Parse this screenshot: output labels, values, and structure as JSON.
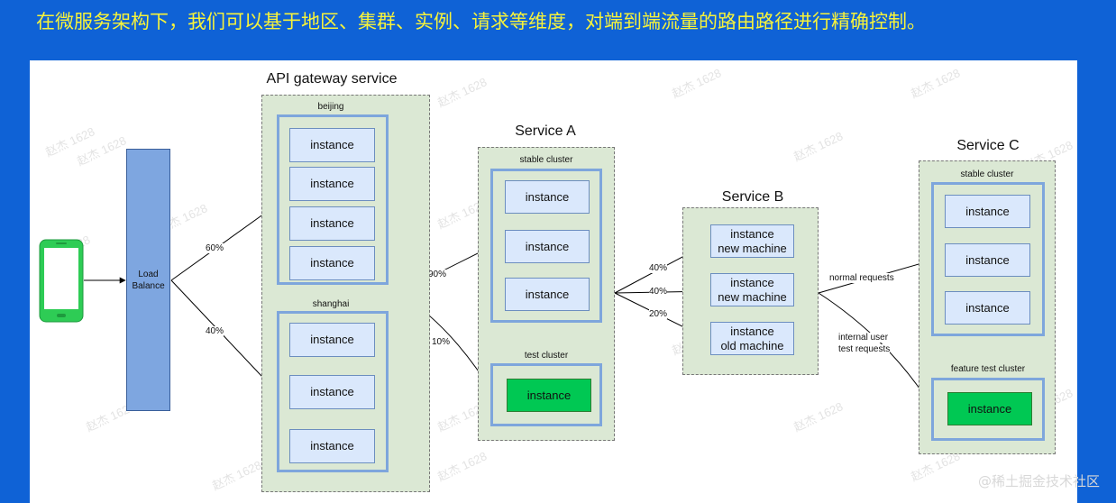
{
  "header": {
    "caption": "在微服务架构下，我们可以基于地区、集群、实例、请求等维度，对端到端流量的路由路径进行精确控制。"
  },
  "diagram": {
    "load_balancer": {
      "label": "Load Balance"
    },
    "gateway": {
      "title": "API gateway service",
      "beijing": {
        "label": "beijing",
        "instances": [
          "instance",
          "instance",
          "instance",
          "instance"
        ]
      },
      "shanghai": {
        "label": "shanghai",
        "instances": [
          "instance",
          "instance",
          "instance"
        ]
      }
    },
    "service_a": {
      "title": "Service A",
      "stable": {
        "label": "stable cluster",
        "instances": [
          "instance",
          "instance",
          "instance"
        ]
      },
      "test": {
        "label": "test cluster",
        "instances": [
          "instance"
        ]
      }
    },
    "service_b": {
      "title": "Service B",
      "instances": [
        {
          "line1": "instance",
          "line2": "new machine"
        },
        {
          "line1": "instance",
          "line2": "new machine"
        },
        {
          "line1": "instance",
          "line2": "old machine"
        }
      ]
    },
    "service_c": {
      "title": "Service C",
      "stable": {
        "label": "stable cluster",
        "instances": [
          "instance",
          "instance",
          "instance"
        ]
      },
      "feature": {
        "label": "feature test cluster",
        "instances": [
          "instance"
        ]
      }
    },
    "edges": {
      "lb_to_beijing": "60%",
      "lb_to_shanghai": "40%",
      "gw_to_stable": "90%",
      "gw_to_test": "10%",
      "a_to_b1": "40%",
      "a_to_b2": "40%",
      "a_to_b3": "20%",
      "b_to_c_stable": "normal requests",
      "b_to_c_feature_line1": "internal user",
      "b_to_c_feature_line2": "test requests"
    },
    "watermark": "赵杰 1628"
  },
  "footer": {
    "watermark": "@稀土掘金技术社区"
  },
  "colors": {
    "background": "#0f62d6",
    "caption": "#f7f33a",
    "instance_fill": "#dae8fc",
    "test_instance_fill": "#00c853",
    "service_fill": "#dbe8d4",
    "load_balancer_fill": "#7ea6e0",
    "phone": "#2ecc55"
  }
}
